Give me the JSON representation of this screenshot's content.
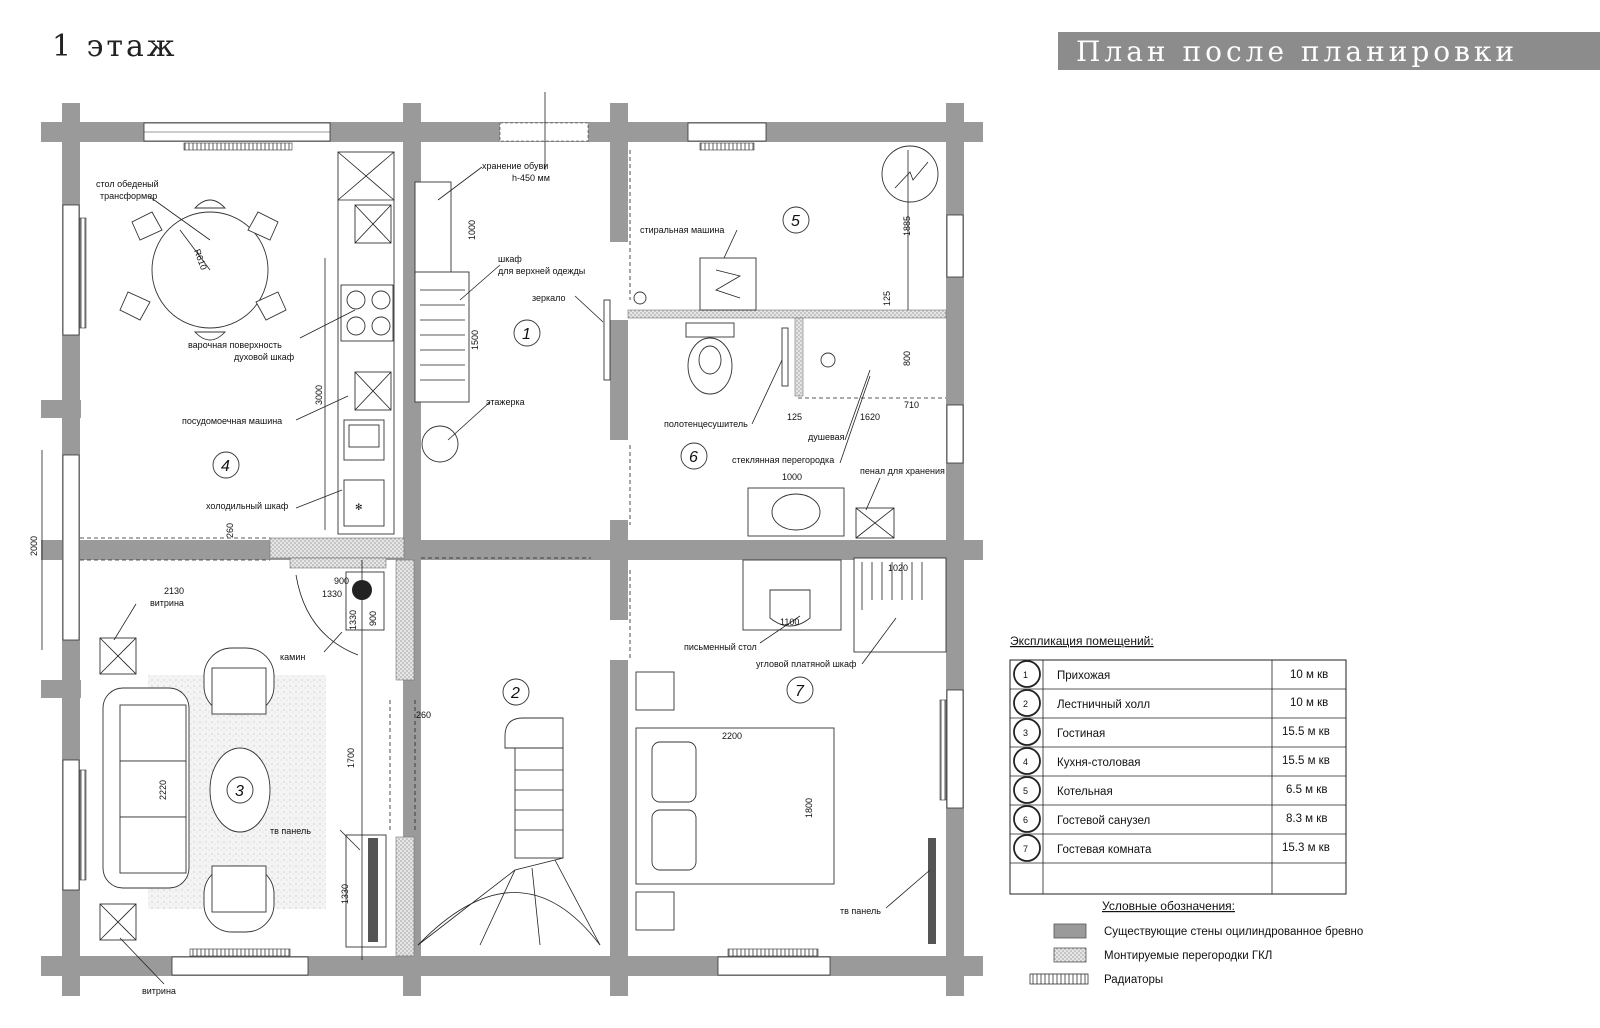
{
  "title": "1 этаж",
  "banner": "План после планировки",
  "rooms": [
    {
      "num": "1",
      "name": "Прихожая",
      "area": "10 м кв"
    },
    {
      "num": "2",
      "name": "Лестничный холл",
      "area": "10 м кв"
    },
    {
      "num": "3",
      "name": "Гостиная",
      "area": "15.5 м кв"
    },
    {
      "num": "4",
      "name": "Кухня-столовая",
      "area": "15.5 м кв"
    },
    {
      "num": "5",
      "name": "Котельная",
      "area": "6.5 м кв"
    },
    {
      "num": "6",
      "name": "Гостевой санузел",
      "area": "8.3 м кв"
    },
    {
      "num": "7",
      "name": "Гостевая комната",
      "area": "15.3 м кв"
    }
  ],
  "explication_title": "Экспликация помещений:",
  "legend_title": "Условные обозначения:",
  "legend": [
    "Существующие стены оцилиндрованное бревно",
    "Монтируемые перегородки ГКЛ",
    "Радиаторы"
  ],
  "labels": {
    "table_line1": "стол обеденый",
    "table_line2": "трансформер",
    "radius": "R610",
    "hob_line1": "варочная поверхность",
    "hob_line2": "духовой шкаф",
    "dishwasher": "посудомоечная машина",
    "fridge": "холодильный шкаф",
    "shoes_line1": "хранение обуви",
    "shoes_line2": "h-450 мм",
    "wardrobe_line1": "шкаф",
    "wardrobe_line2": "для верхней одежды",
    "mirror": "зеркало",
    "shelf": "этажерка",
    "washer": "стиральная машина",
    "towel": "полотенцесушитель",
    "shower": "душевая",
    "glass": "стеклянная перегородка",
    "cabinet": "пенал для хранения",
    "vitrina": "витрина",
    "fireplace": "камин",
    "tv": "тв панель",
    "desk": "письменный стол",
    "corner_wardrobe": "угловой платяной шкаф"
  },
  "dims": {
    "d1000": "1000",
    "d1500": "1500",
    "d3000": "3000",
    "d2000": "2000",
    "d260": "260",
    "d2130": "2130",
    "d900": "900",
    "d1330": "1330",
    "d1700": "1700",
    "d2220": "2220",
    "d1885": "1885",
    "d125": "125",
    "d800": "800",
    "d710": "710",
    "d1620": "1620",
    "d1020": "1020",
    "d1100": "1100",
    "d2200": "2200",
    "d1800": "1800"
  }
}
